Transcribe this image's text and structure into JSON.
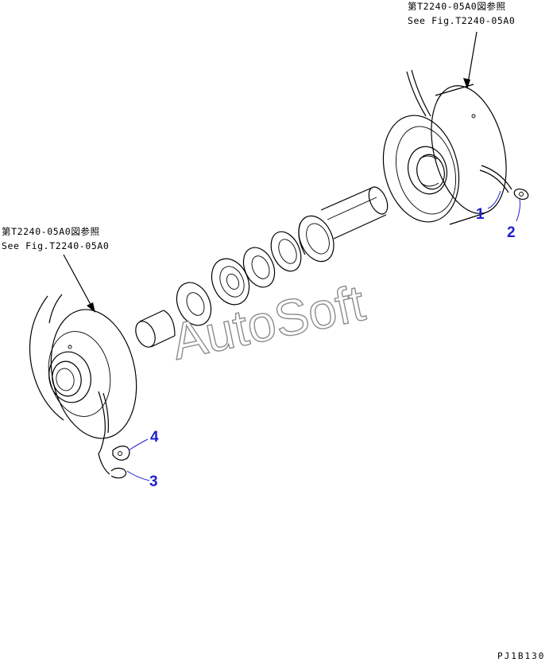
{
  "labels": {
    "ref_top_jp": "第T2240-05A0図参照",
    "ref_top_en": "See Fig.T2240-05A0",
    "ref_left_jp": "第T2240-05A0図参照",
    "ref_left_en": "See Fig.T2240-05A0",
    "drawing_code": "PJ1B130",
    "watermark": "AutoSoft"
  },
  "callouts": [
    {
      "number": "1"
    },
    {
      "number": "2"
    },
    {
      "number": "3"
    },
    {
      "number": "4"
    }
  ],
  "colors": {
    "callout": "#1f1fd0",
    "line": "#000000",
    "watermark_outline": "#8c8c8c"
  }
}
